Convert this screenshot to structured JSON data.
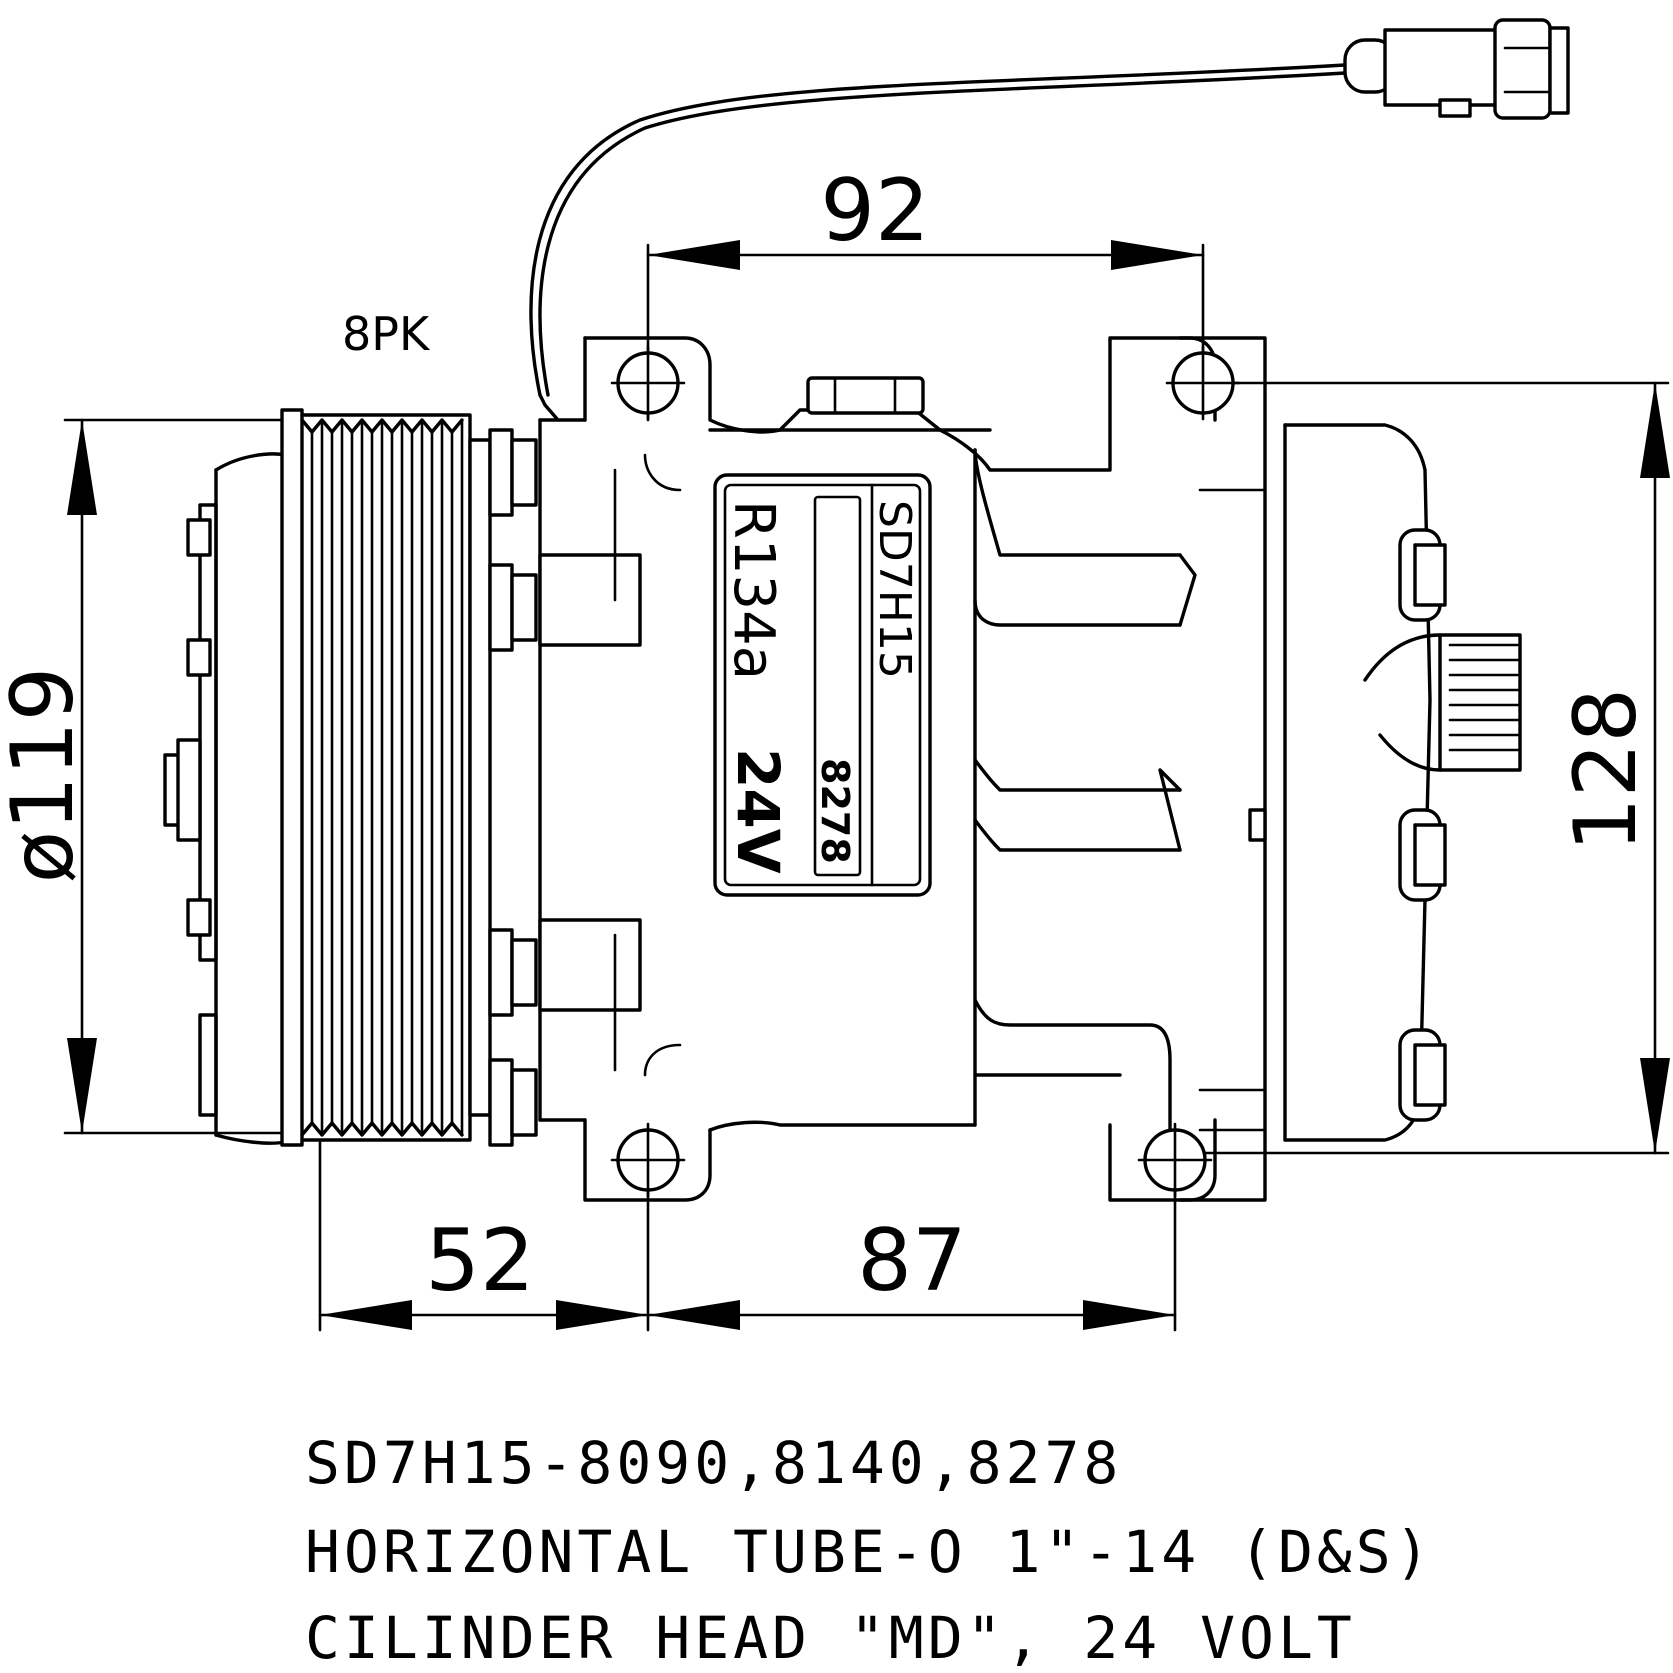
{
  "diagram": {
    "dimensions": {
      "top_width": "92",
      "left_diameter": "ø119",
      "right_height": "128",
      "bottom_left": "52",
      "bottom_right": "87"
    },
    "pulley_label": "8PK",
    "plate": {
      "model": "SD7H15",
      "refrigerant": "R134a",
      "voltage": "24V",
      "number": "8278"
    },
    "notes": [
      "SD7H15-8090,8140,8278",
      "HORIZONTAL TUBE-O 1\"-14 (D&S)",
      "CILINDER HEAD \"MD\", 24 VOLT"
    ]
  }
}
